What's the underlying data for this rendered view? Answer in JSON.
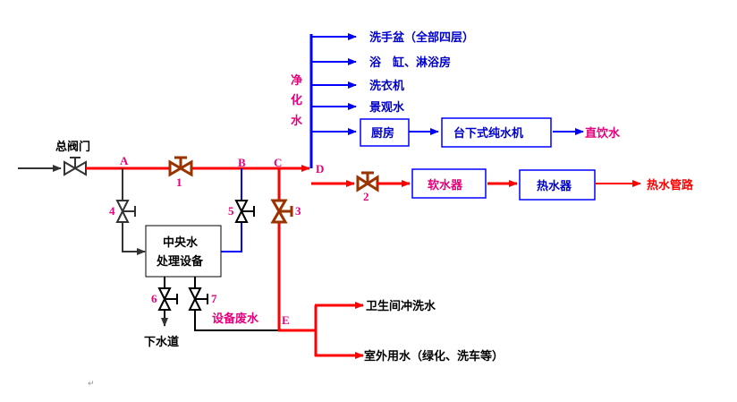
{
  "colors": {
    "red": "#ff0000",
    "blue": "#0000ff",
    "black": "#333333",
    "valve_brown": "#993300",
    "label_pink": "#e6007a",
    "text_blue": "#0000cc",
    "text_black": "#000000"
  },
  "inlet": {
    "label": "总阀门"
  },
  "nodes": {
    "A": "A",
    "B": "B",
    "C": "C",
    "D": "D",
    "E": "E"
  },
  "valves": {
    "v1": "1",
    "v2": "2",
    "v3": "3",
    "v4": "4",
    "v5": "5",
    "v6": "6",
    "v7": "7"
  },
  "purified_water": {
    "label_chars": [
      "净",
      "化",
      "水"
    ],
    "branches": [
      "洗手盆（全部四层）",
      "浴　缸、淋浴房",
      "洗衣机",
      "景观水"
    ],
    "kitchen": "厨房",
    "purifier": "台下式纯水机",
    "drinking": "直饮水"
  },
  "hot_water": {
    "softener": "软水器",
    "heater": "热水器",
    "output": "热水管路"
  },
  "treatment": {
    "line1": "中央水",
    "line2": "处理设备",
    "drain": "下水道",
    "waste": "设备废水"
  },
  "reuse": {
    "toilet": "卫生间冲洗水",
    "outdoor": "室外用水（绿化、洗车等）"
  },
  "paragraph_mark": "↵"
}
